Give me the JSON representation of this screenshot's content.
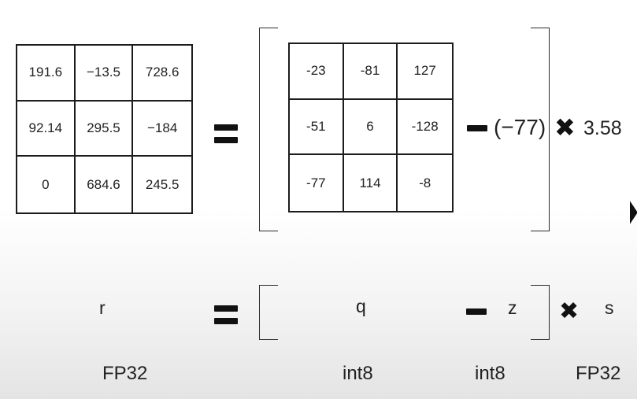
{
  "fp32_matrix": [
    [
      "191.6",
      "−13.5",
      "728.6"
    ],
    [
      "92.14",
      "295.5",
      "−184"
    ],
    [
      "0",
      "684.6",
      "245.5"
    ]
  ],
  "int8_matrix": [
    [
      "-23",
      "-81",
      "127"
    ],
    [
      "-51",
      "6",
      "-128"
    ],
    [
      "-77",
      "114",
      "-8"
    ]
  ],
  "zero_point": "(−77)",
  "scale": "3.58",
  "formula": {
    "r": "r",
    "q": "q",
    "z": "z",
    "s": "s"
  },
  "types": {
    "r": "FP32",
    "q": "int8",
    "z": "int8",
    "s": "FP32"
  }
}
